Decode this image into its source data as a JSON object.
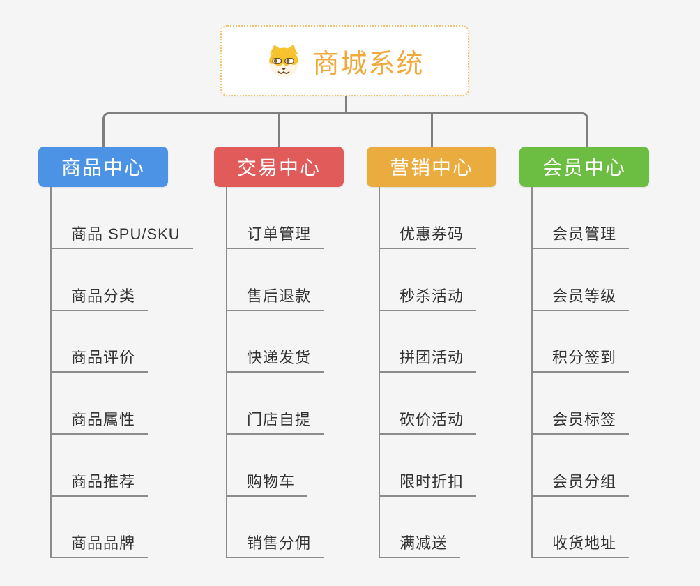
{
  "root": {
    "title": "商城系统",
    "icon": "shiba-dog-face"
  },
  "colors": {
    "background": "#F5F5F5",
    "connector": "#7F7F7F",
    "leaf_line": "#8C8C8C",
    "leaf_text": "#333333",
    "root_border": "#F5C16C",
    "root_text": "#F2A93B"
  },
  "branches": [
    {
      "label": "商品中心",
      "color": "#4C93E6",
      "items": [
        "商品 SPU/SKU",
        "商品分类",
        "商品评价",
        "商品属性",
        "商品推荐",
        "商品品牌"
      ]
    },
    {
      "label": "交易中心",
      "color": "#E25B5B",
      "items": [
        "订单管理",
        "售后退款",
        "快递发货",
        "门店自提",
        "购物车",
        "销售分佣"
      ]
    },
    {
      "label": "营销中心",
      "color": "#EAAC3E",
      "items": [
        "优惠券码",
        "秒杀活动",
        "拼团活动",
        "砍价活动",
        "限时折扣",
        "满减送"
      ]
    },
    {
      "label": "会员中心",
      "color": "#6CBE43",
      "items": [
        "会员管理",
        "会员等级",
        "积分签到",
        "会员标签",
        "会员分组",
        "收货地址"
      ]
    }
  ]
}
